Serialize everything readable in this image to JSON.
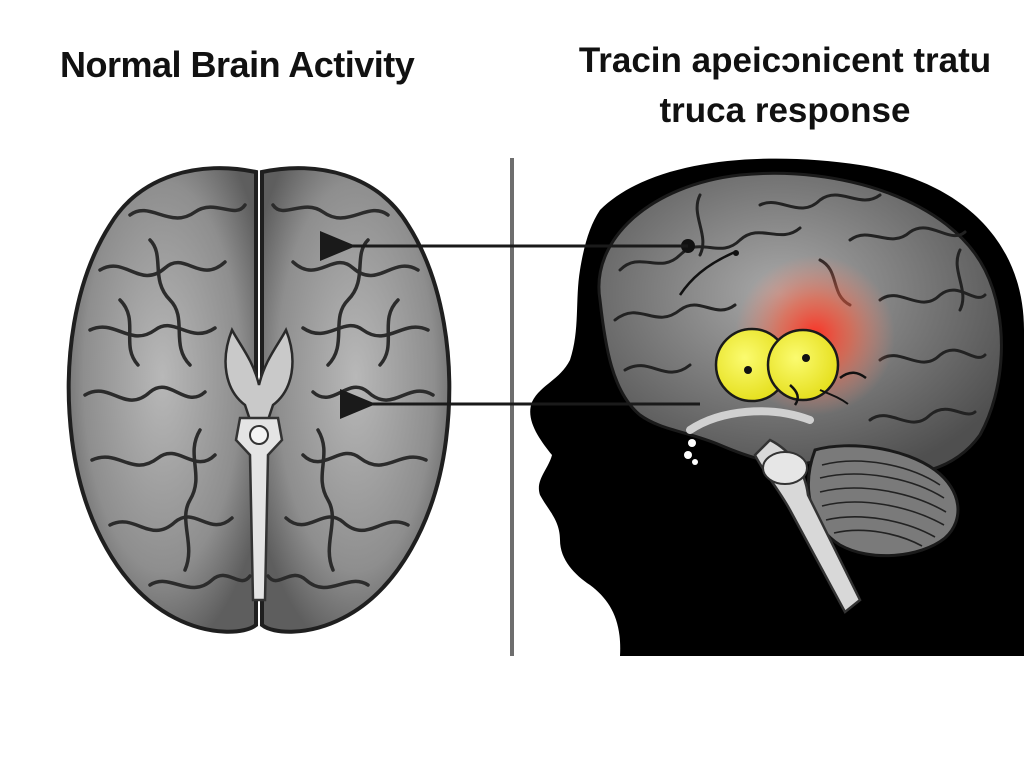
{
  "panels": {
    "left": {
      "title": "Normal Brain Activity",
      "view": "axial-top-view-brain"
    },
    "right": {
      "title_line1": "Tracin apeicɔnicent tratu",
      "title_line2": "truca response",
      "view": "sagittal-head-profile"
    }
  },
  "arrows": [
    {
      "from": "right-cortex-marker",
      "to": "left-frontal-region"
    },
    {
      "from": "right-deep-region",
      "to": "left-temporal-region"
    }
  ],
  "highlights": [
    {
      "name": "activation-glow",
      "color": "#ff3b30"
    },
    {
      "name": "yellow-node-1",
      "color": "#f2f03a"
    },
    {
      "name": "yellow-node-2",
      "color": "#f2f03a"
    }
  ],
  "colors": {
    "background": "#ffffff",
    "brain_fill": "#8a8a8a",
    "sulci": "#2b2b2b",
    "head_silhouette": "#000000",
    "divider": "#6e6e6e",
    "arrow": "#1a1a1a"
  }
}
